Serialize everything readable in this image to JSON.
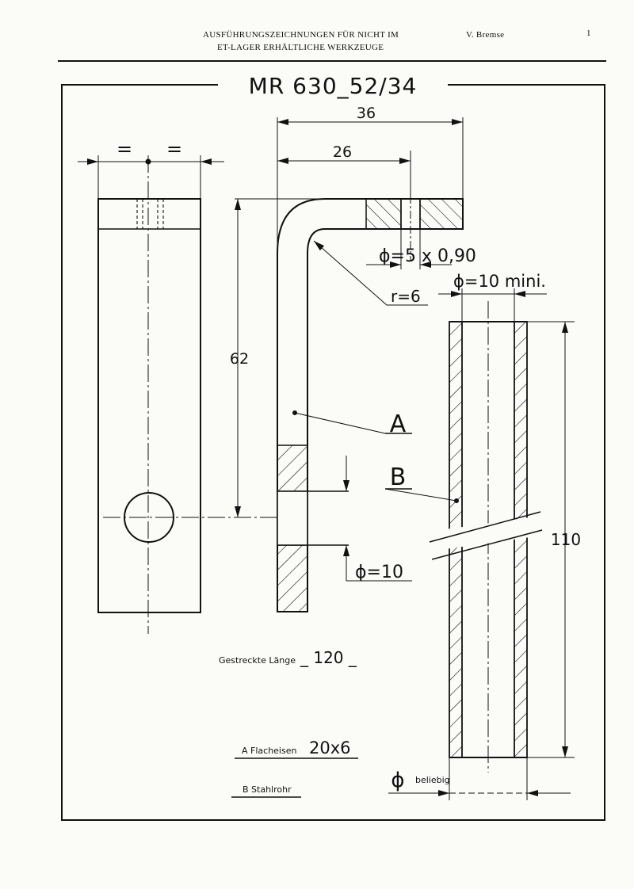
{
  "header": {
    "title_line1": "AUSFÜHRUNGSZEICHNUNGEN FÜR NICHT IM",
    "title_line2": "ET-LAGER ERHÄLTLICHE WERKZEUGE",
    "author": "V. Bremse",
    "page": "1"
  },
  "drawing": {
    "part_number": "MR 630_52/34",
    "dims": {
      "width_total": "36",
      "width_hole": "26",
      "height": "62",
      "length": "110",
      "equal_left": "=",
      "equal_right": "=",
      "hole_small": "ϕ=5 x 0,90",
      "hole_large": "ϕ=10",
      "radius": "r=6",
      "tube_min": "ϕ=10 mini.",
      "tube_phi": "ϕ",
      "tube_any": "beliebig"
    },
    "labels": {
      "A": "A",
      "B": "B"
    }
  },
  "notes": {
    "stretched_label": "Gestreckte Länge",
    "stretched_value": "_ 120 _",
    "material_a_label": "A Flacheisen",
    "material_a_value": "20x6",
    "material_b_label": "B Stahlrohr"
  }
}
